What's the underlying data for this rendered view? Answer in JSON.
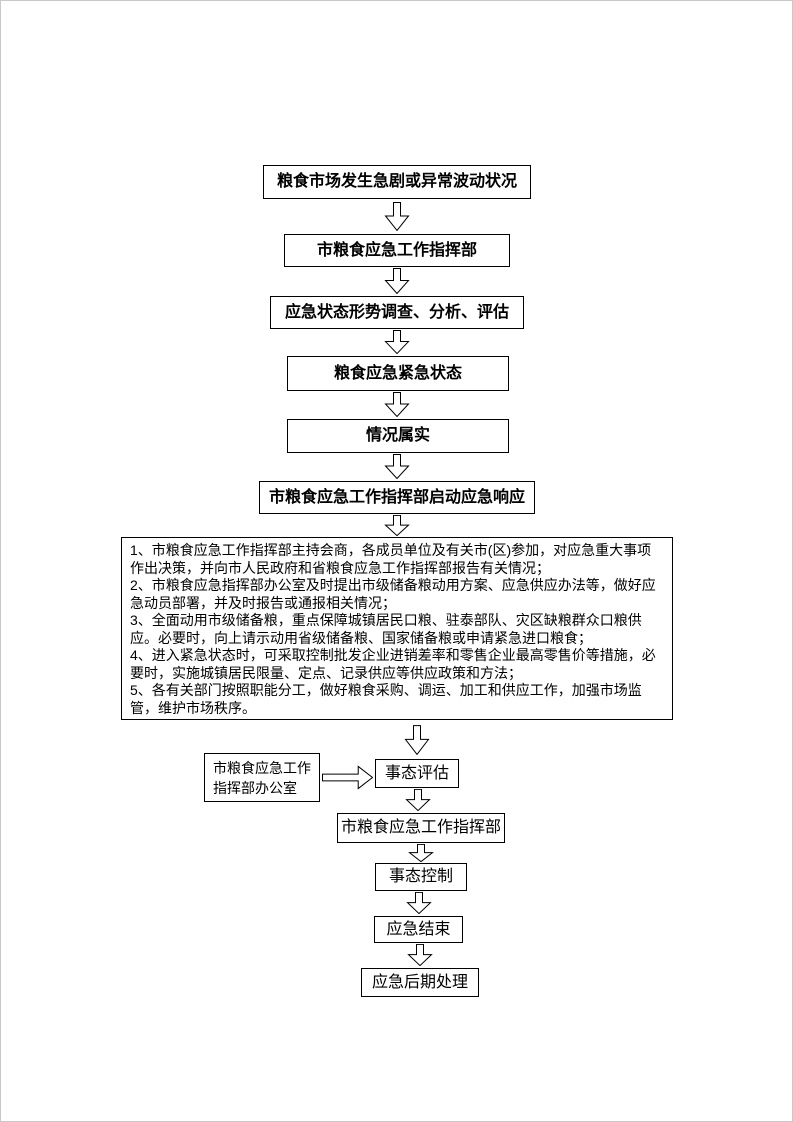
{
  "flowchart": {
    "boxes": {
      "start": "粮食市场发生急剧或异常波动状况",
      "command": "市粮食应急工作指挥部",
      "investigate": "应急状态形势调查、分析、评估",
      "emergency_state": "粮食应急紧急状态",
      "confirmed": "情况属实",
      "activate": "市粮食应急工作指挥部启动应急响应",
      "side_office": "市粮食应急工作指挥部办公室",
      "evaluation": "事态评估",
      "command2": "市粮食应急工作指挥部",
      "control": "事态控制",
      "end": "应急结束",
      "post": "应急后期处理"
    },
    "measures": [
      "1、市粮食应急工作指挥部主持会商，各成员单位及有关市(区)参加，对应急重大事项作出决策，并向市人民政府和省粮食应急工作指挥部报告有关情况；",
      "2、市粮食应急指挥部办公室及时提出市级储备粮动用方案、应急供应办法等，做好应急动员部署，并及时报告或通报相关情况；",
      "3、全面动用市级储备粮，重点保障城镇居民口粮、驻泰部队、灾区缺粮群众口粮供应。必要时，向上请示动用省级储备粮、国家储备粮或申请紧急进口粮食；",
      "4、进入紧急状态时，可采取控制批发企业进销差率和零售企业最高零售价等措施，必要时，实施城镇居民限量、定点、记录供应等供应政策和方法；",
      "5、各有关部门按照职能分工，做好粮食采购、调运、加工和供应工作，加强市场监管，维护市场秩序。"
    ],
    "line_color": "#000000",
    "box_fill": "#ffffff"
  }
}
